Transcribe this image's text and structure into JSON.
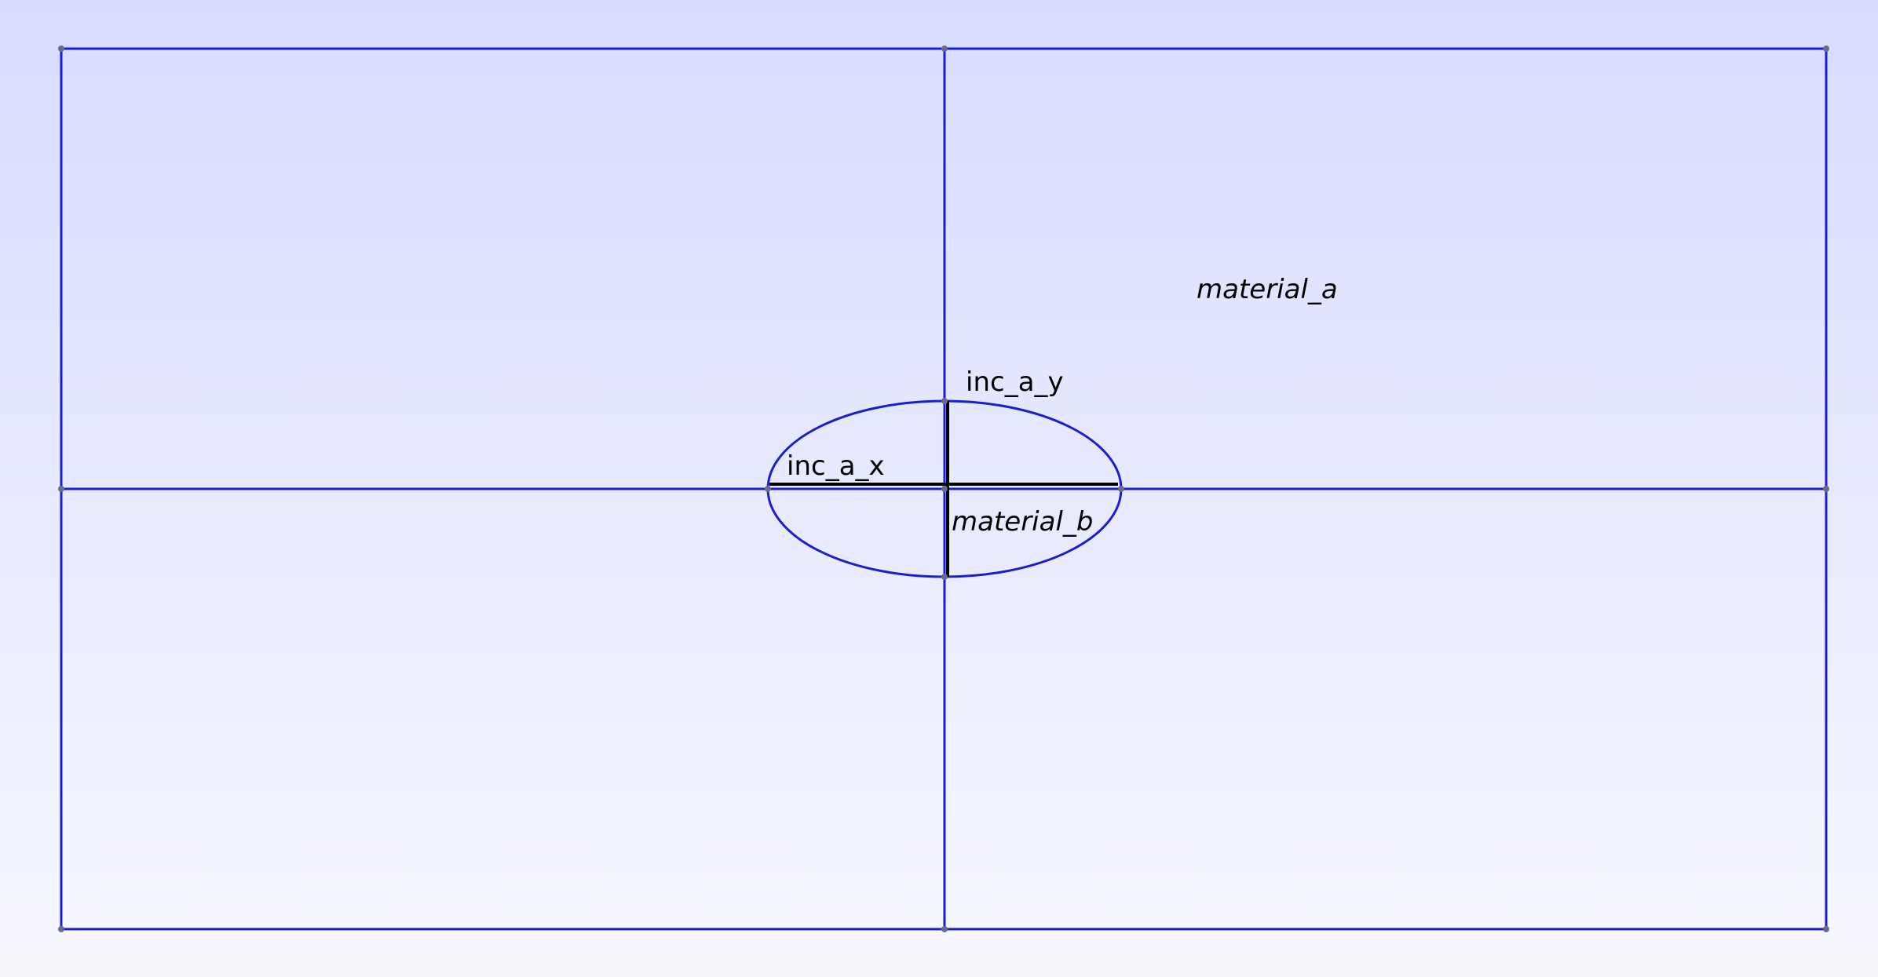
{
  "labels": {
    "region_outer": "material_a",
    "region_inclusion": "material_b",
    "dim_x": "inc_a_x",
    "dim_y": "inc_a_y"
  },
  "colors": {
    "geometry": "#1c1cd0",
    "dimension": "#000000",
    "vertex": "#6a6a8a",
    "background_top": "#d7dcff",
    "background_bottom": "#f7f8fe"
  }
}
